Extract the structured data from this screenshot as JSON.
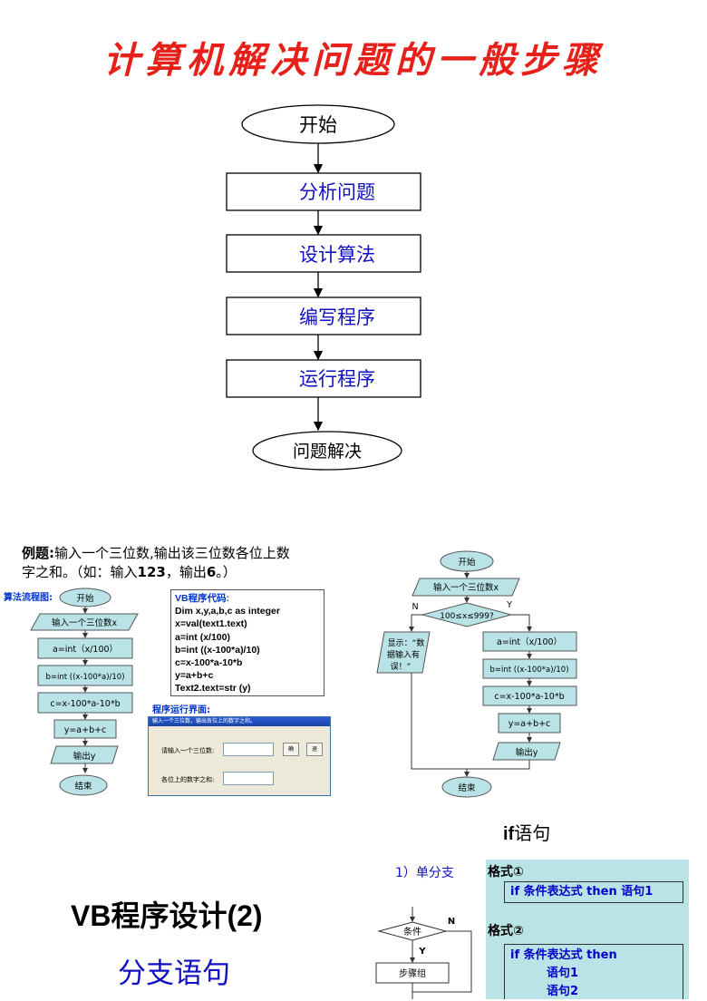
{
  "title": "计算机解决问题的一般步骤",
  "main_flow": {
    "start": "开始",
    "steps": [
      "分析问题",
      "设计算法",
      "编写程序",
      "运行程序"
    ],
    "end": "问题解决"
  },
  "example": {
    "prefix": "例题:",
    "text_line1": "输入一个三位数,输出该三位数各位上数",
    "text_line2_a": "字之和。（如：输入",
    "input_num": "123",
    "text_line2_b": "，输出",
    "output_num": "6",
    "text_line2_c": "。）"
  },
  "left_flow": {
    "label": "算法流程图:",
    "nodes": [
      "开始",
      "输入一个三位数x",
      "a=int（x/100）",
      "b=int ((x-100*a)/10)",
      "c=x-100*a-10*b",
      "y=a+b+c",
      "输出y",
      "结束"
    ]
  },
  "code": {
    "header": "VB程序代码:",
    "lines": [
      "Dim   x,y,a,b,c   as   integer",
      "x=val(text1.text)",
      "a=int (x/100)",
      "b=int ((x-100*a)/10)",
      "c=x-100*a-10*b",
      "y=a+b+c",
      "Text2.text=str (y)"
    ]
  },
  "run_window": {
    "label": "程序运行界面:",
    "title": "输入一个三位数，输出各位上的数字之和。",
    "input_label": "请输入一个三位数:",
    "sum_label": "各位上的数字之和:",
    "btn1": "确",
    "btn2": "退"
  },
  "right_flow": {
    "start": "开始",
    "input": "输入一个三位数x",
    "cond": "100≤x≤999?",
    "no": "N",
    "yes": "Y",
    "error_l1": "显示：“数",
    "error_l2": "据输入有",
    "error_l3": "误！”",
    "steps": [
      "a=int（x/100）",
      "b=int ((x-100*a)/10)",
      "c=x-100*a-10*b",
      "y=a+b+c"
    ],
    "output": "输出y",
    "end": "结束"
  },
  "vb": {
    "title": "VB程序设计(2)",
    "subtitle": "分支语句"
  },
  "if_section": {
    "title_bold": "if",
    "title_rest": "语句",
    "branch": "1）单分支",
    "cond": "条件",
    "no": "N",
    "yes": "Y",
    "step": "步骤组",
    "fmt1_label": "格式①",
    "fmt1_code": "if  条件表达式  then  语句1",
    "fmt2_label": "格式②",
    "fmt2_line1": "if  条件表达式  then",
    "fmt2_line2": "语句1",
    "fmt2_line3": "语句2"
  },
  "colors": {
    "title": "#e8201a",
    "blue_text": "#1010c0",
    "shape_fill": "#b9e3e6",
    "panel": "#b9e3e6"
  }
}
